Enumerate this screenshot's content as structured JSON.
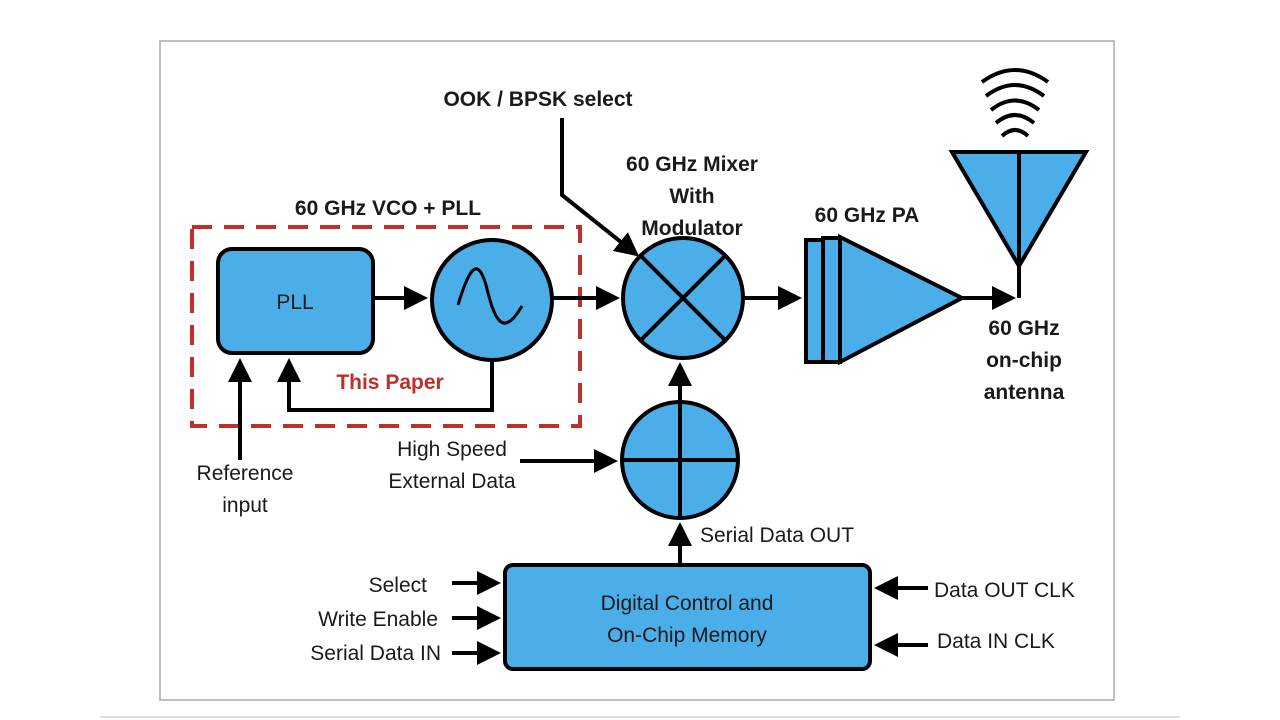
{
  "colors": {
    "block_fill": "#4baee8",
    "highlight": "#c0302a",
    "outline": "#000000"
  },
  "labels": {
    "ook_bpsk": "OOK / BPSK select",
    "mixer": [
      "60 GHz Mixer",
      "With",
      "Modulator"
    ],
    "vco_pll": "60 GHz VCO + PLL",
    "pa": "60 GHz PA",
    "pll": "PLL",
    "this_paper": "This Paper",
    "antenna": [
      "60 GHz",
      "on-chip",
      "antenna"
    ],
    "reference": [
      "Reference",
      "input"
    ],
    "high_speed": [
      "High Speed",
      "External Data"
    ],
    "serial_out": "Serial Data OUT",
    "digital": [
      "Digital Control and",
      "On-Chip Memory"
    ],
    "inputs_left": [
      "Select",
      "Write Enable",
      "Serial Data IN"
    ],
    "inputs_right": [
      "Data OUT CLK",
      "Data IN CLK"
    ]
  }
}
